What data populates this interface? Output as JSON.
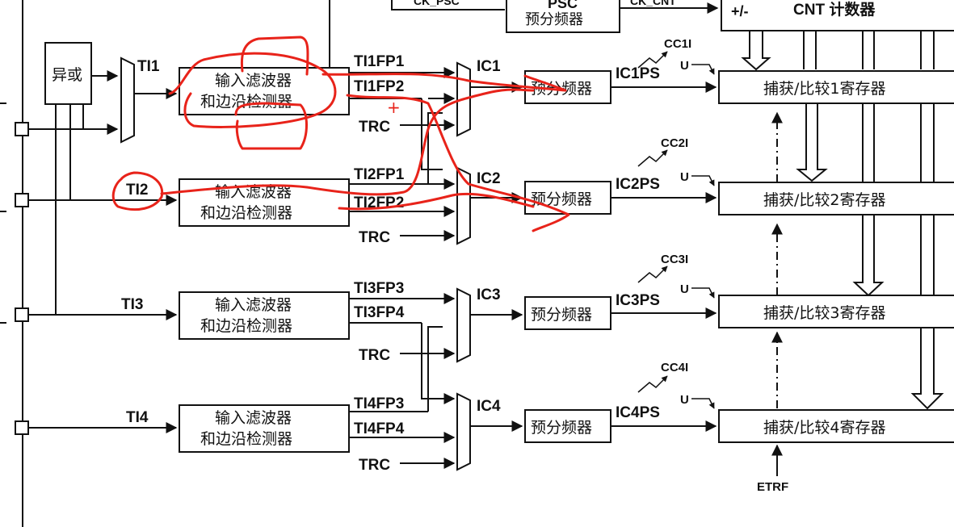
{
  "header": {
    "psc_input_label": "CK_PSC",
    "psc_box_line1": "PSC",
    "psc_box_line2": "预分频器",
    "cnt_input_label": "CK_CNT",
    "cnt_box_sign": "+/-",
    "cnt_box_label": "CNT 计数器"
  },
  "xor_gate": {
    "label": "异或"
  },
  "filter_text": {
    "line1": "输入滤波器",
    "line2": "和边沿检测器"
  },
  "prescaler_text": "预分频器",
  "u_label": "U",
  "etrf_label": "ETRF",
  "channels": [
    {
      "ti": "TI1",
      "fp_a": "TI1FP1",
      "fp_b": "TI1FP2",
      "trc": "TRC",
      "ic": "IC1",
      "icps": "IC1PS",
      "cci": "CC1I",
      "register": "捕获/比较1寄存器"
    },
    {
      "ti": "TI2",
      "fp_a": "TI2FP1",
      "fp_b": "TI2FP2",
      "trc": "TRC",
      "ic": "IC2",
      "icps": "IC2PS",
      "cci": "CC2I",
      "register": "捕获/比较2寄存器"
    },
    {
      "ti": "TI3",
      "fp_a": "TI3FP3",
      "fp_b": "TI3FP4",
      "trc": "TRC",
      "ic": "IC3",
      "icps": "IC3PS",
      "cci": "CC3I",
      "register": "捕获/比较3寄存器"
    },
    {
      "ti": "TI4",
      "fp_a": "TI4FP3",
      "fp_b": "TI4FP4",
      "trc": "TRC",
      "ic": "IC4",
      "icps": "IC4PS",
      "cci": "CC4I",
      "register": "捕获/比较4寄存器"
    }
  ],
  "annotation": {
    "color": "#e8231a",
    "plus_mark": "+"
  }
}
